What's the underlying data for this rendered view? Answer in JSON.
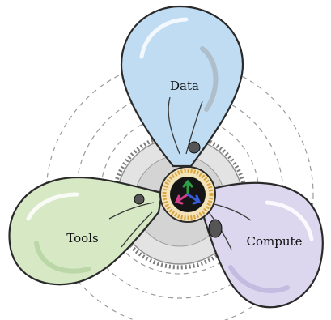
{
  "diagram": {
    "lobes": [
      {
        "id": "data",
        "label": "Data",
        "fill": "#bfdcf2",
        "stroke": "#2a2a2a"
      },
      {
        "id": "tools",
        "label": "Tools",
        "fill": "#d6e9c4",
        "stroke": "#2a2a2a"
      },
      {
        "id": "compute",
        "label": "Compute",
        "fill": "#dcd6ee",
        "stroke": "#2a2a2a"
      }
    ],
    "hub": {
      "ring_color": "#d9a441",
      "arrow_colors": [
        "#2e9e44",
        "#d63d8a",
        "#3a5bd9"
      ]
    },
    "colors": {
      "orbit_dash": "#9a9a9a",
      "gear": "#c9c9c9",
      "ink": "#1e1e1e"
    }
  }
}
